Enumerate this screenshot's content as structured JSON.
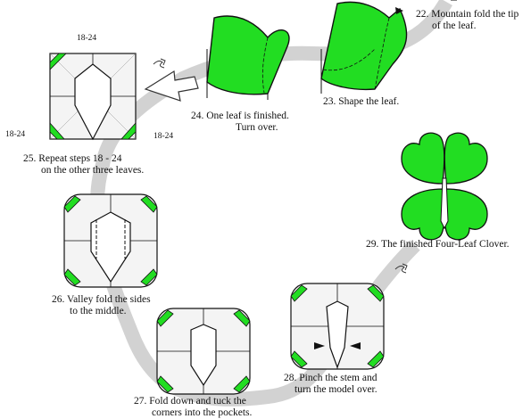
{
  "steps": [
    {
      "number": "22.",
      "lines": [
        "Mountain fold the tip",
        "of the leaf."
      ]
    },
    {
      "number": "23.",
      "lines": [
        "Shape the leaf."
      ]
    },
    {
      "number": "24.",
      "lines": [
        "One leaf is finished.",
        "Turn over."
      ]
    },
    {
      "number": "25.",
      "lines": [
        "Repeat steps 18 - 24",
        "on the other three leaves."
      ]
    },
    {
      "number": "26.",
      "lines": [
        "Valley fold the sides",
        "to the middle."
      ]
    },
    {
      "number": "27.",
      "lines": [
        "Fold down and tuck the",
        "corners into the pockets."
      ]
    },
    {
      "number": "28.",
      "lines": [
        "Pinch the stem and",
        "turn the model over."
      ]
    },
    {
      "number": "29.",
      "lines": [
        "The finished Four-Leaf Clover."
      ]
    }
  ],
  "side_labels": [
    "18-24",
    "18-24",
    "18-24"
  ],
  "colors": {
    "leaf_green": "#22dd22",
    "path_gray": "#cfcfcf",
    "paper": "#f4f4f4",
    "line": "#111111"
  }
}
